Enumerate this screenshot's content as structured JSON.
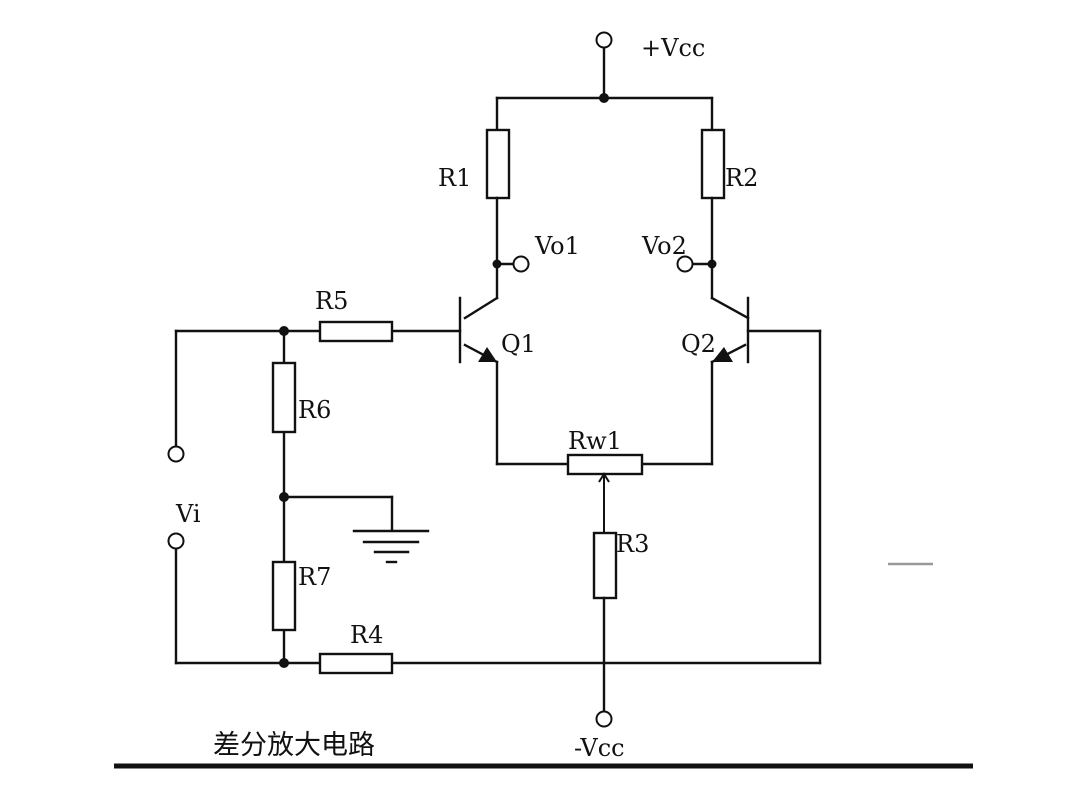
{
  "labels": {
    "vcc_pos": "+Vcc",
    "vcc_neg": "-Vcc",
    "r1": "R1",
    "r2": "R2",
    "r3": "R3",
    "r4": "R4",
    "r5": "R5",
    "r6": "R6",
    "r7": "R7",
    "rw1": "Rw1",
    "q1": "Q1",
    "q2": "Q2",
    "vo1": "Vo1",
    "vo2": "Vo2",
    "vi": "Vi"
  },
  "caption": "差分放大电路"
}
